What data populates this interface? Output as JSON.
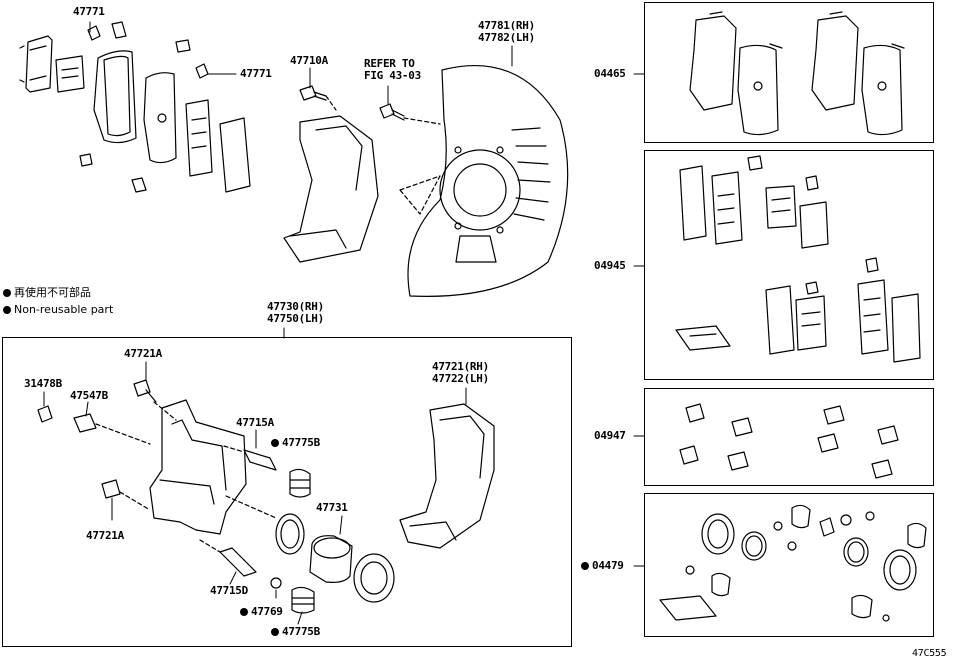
{
  "legend": {
    "non_reusable_jp": "再使用不可部品",
    "non_reusable_en": "Non-reusable part"
  },
  "callouts": {
    "p47771a": "47771",
    "p47771b": "47771",
    "p47710a": "47710A",
    "refer_to_l1": "REFER TO",
    "refer_to_l2": "FIG 43-03",
    "p47781": "47781(RH)",
    "p47782": "47782(LH)",
    "p47730": "47730(RH)",
    "p47750": "47750(LH)",
    "p47721a_top": "47721A",
    "p31478b": "31478B",
    "p47547b": "47547B",
    "p47715a": "47715A",
    "p47775b_top": "47775B",
    "p47731": "47731",
    "p47721a_bot": "47721A",
    "p47715d": "47715D",
    "p47769": "47769",
    "p47775b_bot": "47775B",
    "p47721": "47721(RH)",
    "p47722": "47722(LH)",
    "p04465": "04465",
    "p04945": "04945",
    "p04947": "04947",
    "p04479": "04479"
  },
  "figure_id": "47C555"
}
